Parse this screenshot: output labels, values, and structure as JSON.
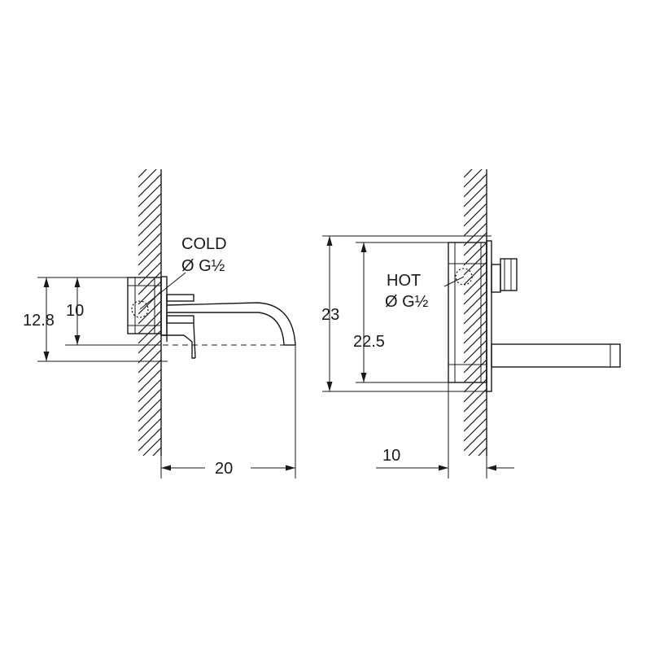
{
  "left_view": {
    "connection_label": "COLD",
    "thread_label": "Ø G½",
    "dim_height_outer": "12.8",
    "dim_height_inner": "10",
    "dim_projection": "20"
  },
  "right_view": {
    "connection_label": "HOT",
    "thread_label": "Ø G½",
    "dim_height_outer": "23",
    "dim_height_inner": "22.5",
    "dim_depth": "10"
  }
}
